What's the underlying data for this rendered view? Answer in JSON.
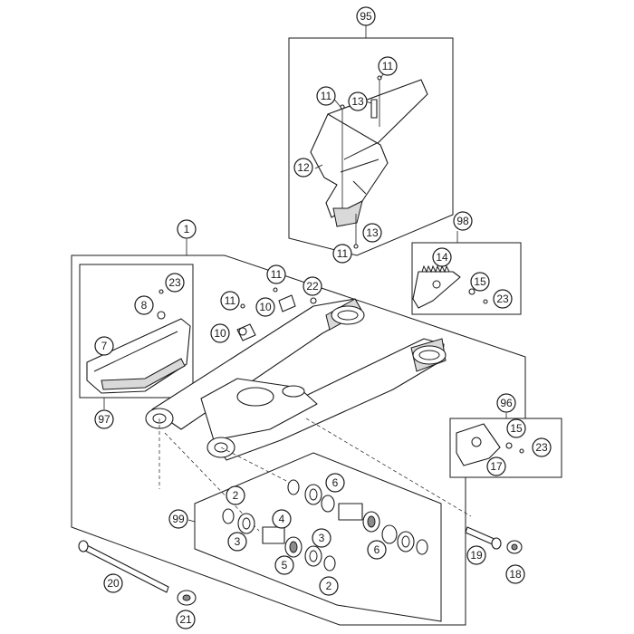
{
  "callouts": {
    "c95": "95",
    "c11a": "11",
    "c11b": "11",
    "c13a": "13",
    "c12": "12",
    "c13b": "13",
    "c11c": "11",
    "c98": "98",
    "c14": "14",
    "c15a": "15",
    "c23a": "23",
    "c1": "1",
    "c23b": "23",
    "c8": "8",
    "c7": "7",
    "c97": "97",
    "c11d": "11",
    "c22": "22",
    "c11e": "11",
    "c10a": "10",
    "c10b": "10",
    "c96": "96",
    "c15b": "15",
    "c23c": "23",
    "c17": "17",
    "c99": "99",
    "c2a": "2",
    "c3a": "3",
    "c4": "4",
    "c6a": "6",
    "c3b": "3",
    "c5": "5",
    "c2b": "2",
    "c6b": "6",
    "c19": "19",
    "c18": "18",
    "c20": "20",
    "c21": "21"
  }
}
